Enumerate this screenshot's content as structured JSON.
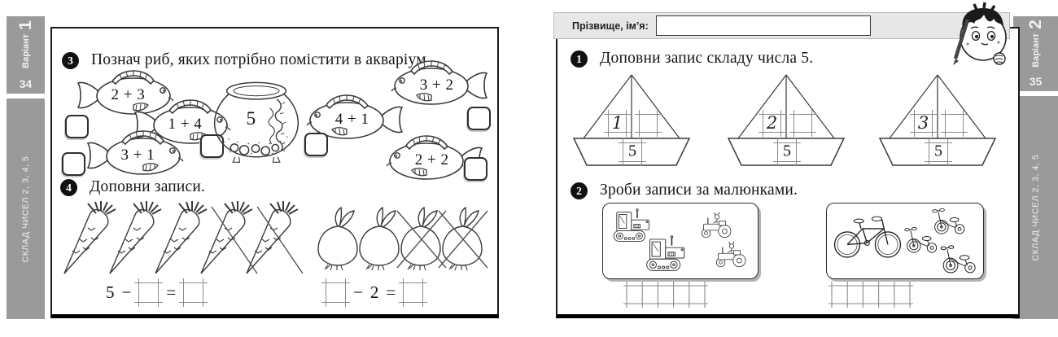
{
  "colors": {
    "sidebar_gray": "#9a9a9a",
    "header_bar": "#e7e7e7",
    "ink": "#1b1b1b",
    "line_art": "#3a3a3a",
    "cell_gray": "#8a8a8a"
  },
  "left_sidebar": {
    "variant_word": "Варіант",
    "variant_number": "1",
    "page_number": "34",
    "topic": "СКЛАД ЧИСЕЛ 2, 3, 4, 5"
  },
  "right_sidebar": {
    "variant_word": "Варіант",
    "variant_number": "2",
    "page_number": "35",
    "topic": "СКЛАД ЧИСЕЛ 2, 3, 4, 5"
  },
  "left_page": {
    "task3": {
      "number": "3",
      "text": "Познач риб, яких потрібно помістити в акваріум."
    },
    "fish": [
      {
        "label": "2 + 3"
      },
      {
        "label": "1 + 4"
      },
      {
        "label": "3 + 1"
      },
      {
        "label": "4 + 1"
      },
      {
        "label": "3 + 2"
      },
      {
        "label": "2 + 2"
      }
    ],
    "aquarium_number": "5",
    "task4": {
      "number": "4",
      "text": "Доповни записи."
    },
    "equation1": {
      "first": "5",
      "minus": "−",
      "equals": "="
    },
    "equation2": {
      "minus": "−",
      "second": "2",
      "equals": "="
    }
  },
  "right_page": {
    "name_label": "Прізвище, ім’я:",
    "task1": {
      "number": "1",
      "text": "Доповни запис складу числа 5."
    },
    "boats": [
      {
        "sail_digit": "1",
        "hull_digit": "5"
      },
      {
        "sail_digit": "2",
        "hull_digit": "5"
      },
      {
        "sail_digit": "3",
        "hull_digit": "5"
      }
    ],
    "task2": {
      "number": "2",
      "text": "Зроби записи за малюнками."
    }
  }
}
